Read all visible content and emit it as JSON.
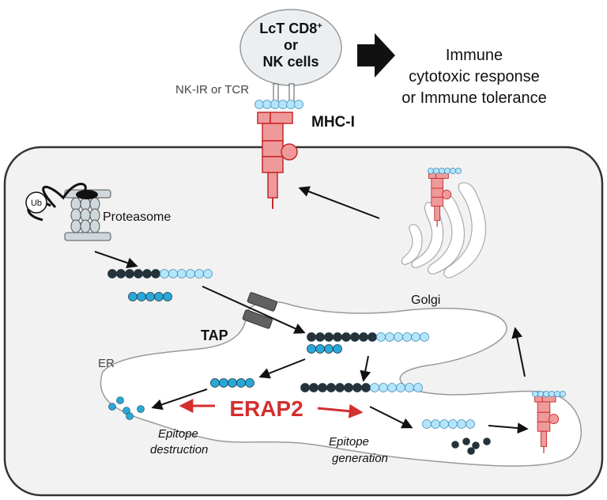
{
  "cell_receptor": {
    "line1": "LcT CD8",
    "line1_sup": "+",
    "line2": "or",
    "line3": "NK cells",
    "receptor_label": "NK-IR or TCR"
  },
  "outcome": {
    "line1": "Immune",
    "line2": "cytotoxic response",
    "line3": "or Immune tolerance"
  },
  "labels": {
    "mhc": "MHC-I",
    "proteasome": "Proteasome",
    "ubiquitin": "Ub",
    "golgi": "Golgi",
    "tap": "TAP",
    "er": "ER",
    "erap": "ERAP2",
    "destruction_1": "Epitope",
    "destruction_2": "destruction",
    "generation_1": "Epitope",
    "generation_2": "generation"
  },
  "colors": {
    "mhc_fill": "#ef9a9a",
    "mhc_stroke": "#c62828",
    "peptide_dark": "#263238",
    "peptide_light": "#b3e5fc",
    "peptide_blue": "#29a8d8",
    "erap_red": "#d32f2f",
    "cell_fill": "#f2f2f2"
  }
}
